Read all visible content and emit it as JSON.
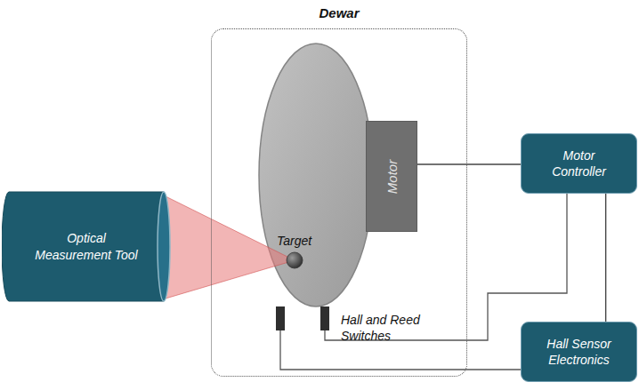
{
  "diagram": {
    "title": "Dewar",
    "nodes": [
      {
        "text": [
          "Dewar"
        ]
      },
      {
        "text": [
          "Motor"
        ],
        "in": 0
      },
      {
        "text": [
          "Optical Measurement Tool"
        ]
      },
      {
        "text": [
          "Motor Controller"
        ]
      },
      {
        "text": [
          "Hall Sensor Electronics"
        ]
      }
    ],
    "edges": [
      {
        "from": 1,
        "to": 3,
        "arrow": "none"
      },
      {
        "from": 3,
        "to": 4,
        "arrow": "none"
      }
    ],
    "labels": [
      "Target",
      "Hall and Reed Switches"
    ]
  }
}
